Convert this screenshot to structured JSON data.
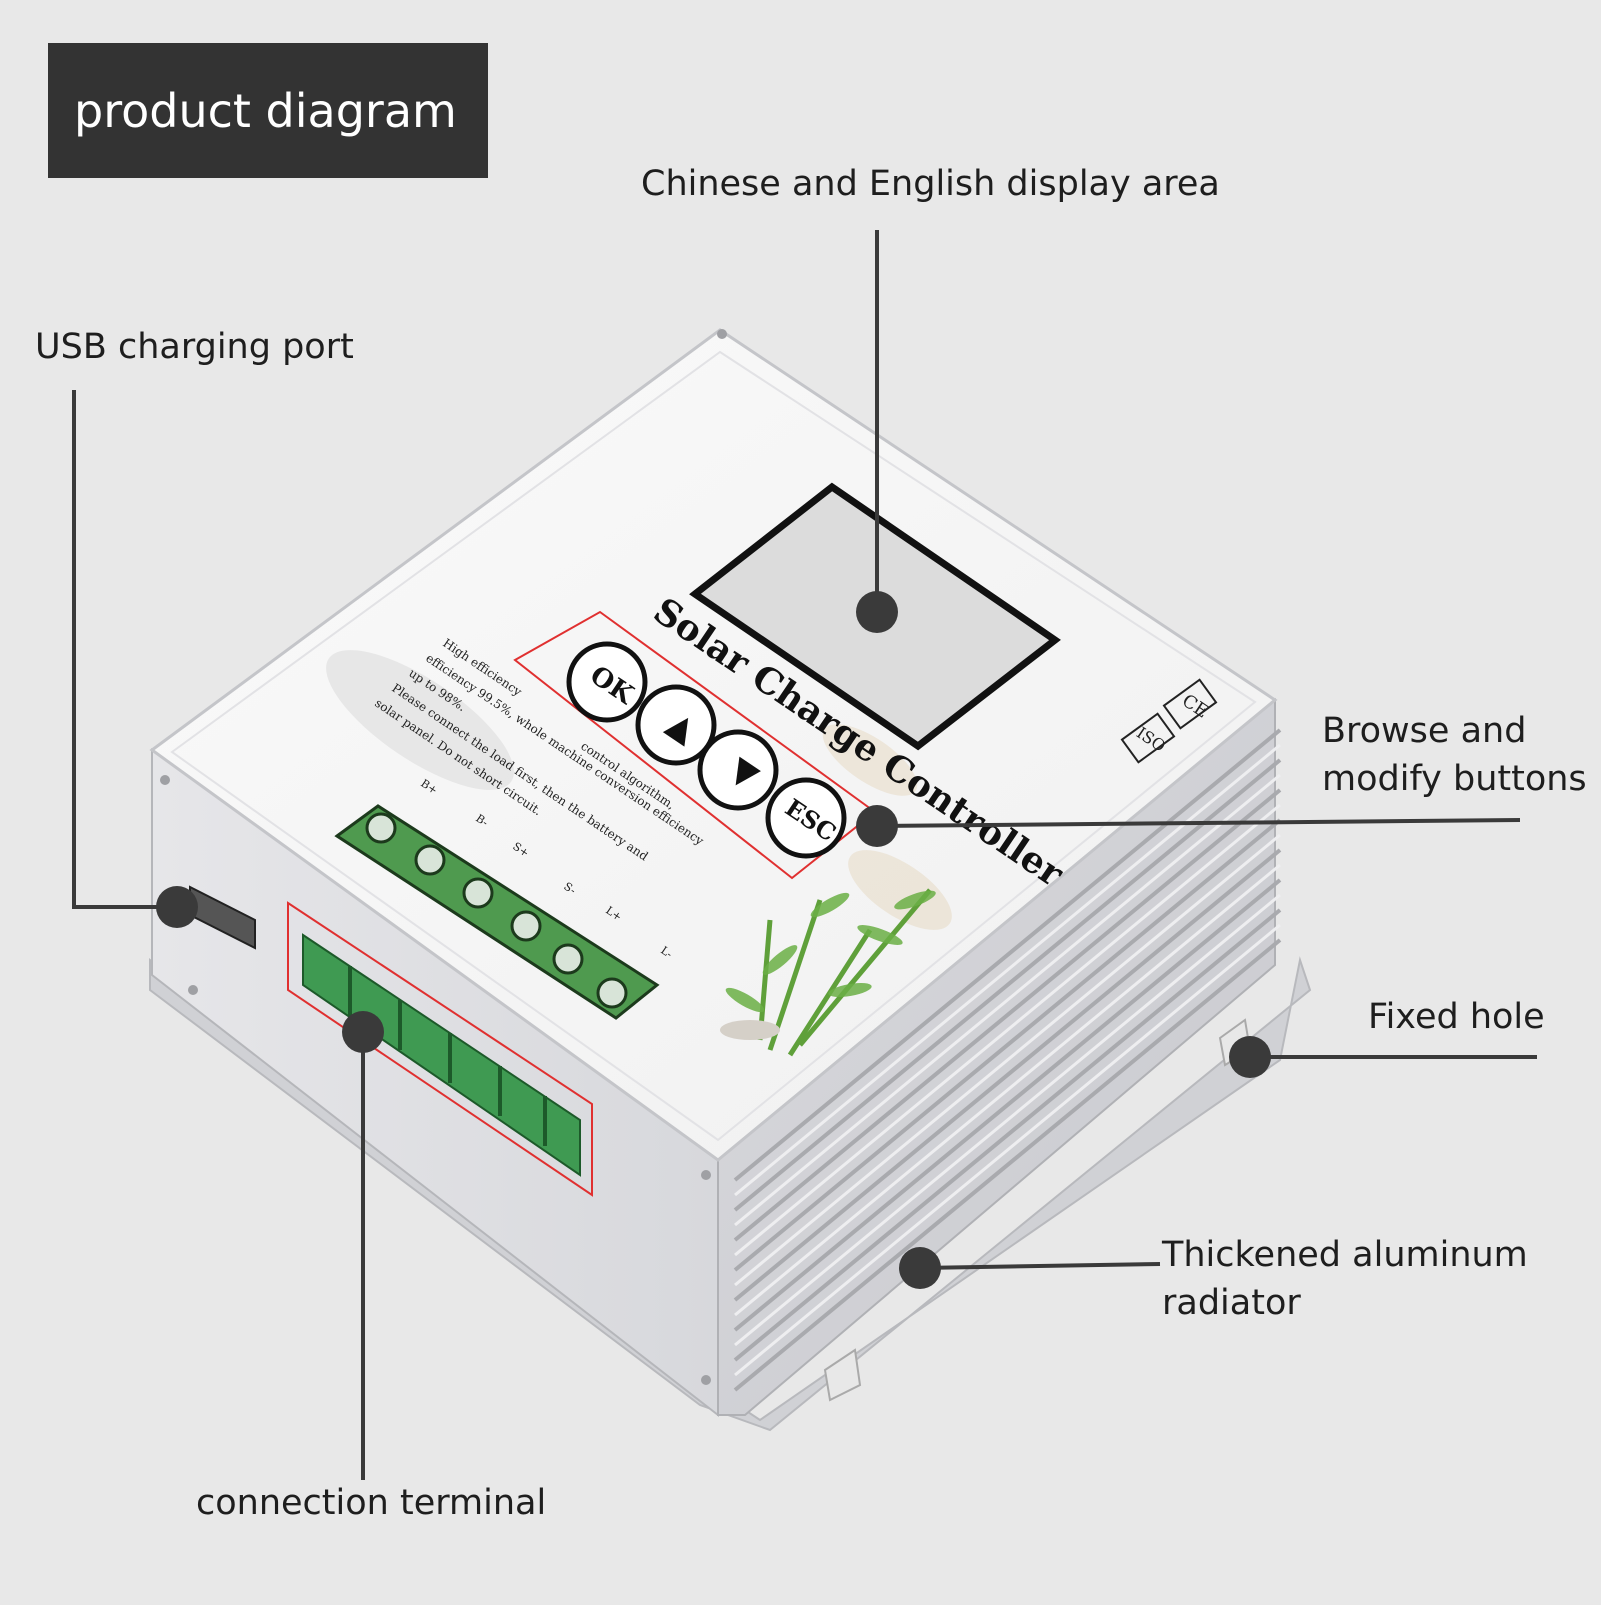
{
  "title": "product diagram",
  "callouts": {
    "display": "Chinese and English display area",
    "usb": "USB charging port",
    "buttons_line1": "Browse and",
    "buttons_line2": "modify buttons",
    "fixed_hole": "Fixed hole",
    "radiator_line1": "Thickened aluminum",
    "radiator_line2": "radiator",
    "terminal": "connection terminal"
  },
  "device": {
    "product_name": "Solar Charge Controller",
    "buttons": [
      "OK",
      "▲",
      "▼",
      "ESC"
    ],
    "marks": [
      "CE",
      "ISO"
    ],
    "description": [
      "High efficiency",
      "efficiency 99.5%, whole machine conversion efficiency",
      "up to 98%.",
      "Please connect the load first, then the battery and",
      "solar panel. Do not short circuit.",
      "control algorithm,"
    ],
    "terminal_labels": [
      "B+",
      "B-",
      "S+",
      "S-",
      "L+",
      "L-"
    ]
  },
  "colors": {
    "background": "#e8e8e8",
    "title_bg": "#333333",
    "leader": "#3a3a3a",
    "terminal_green": "#4f9a4f",
    "highlight_red": "#e03030"
  }
}
